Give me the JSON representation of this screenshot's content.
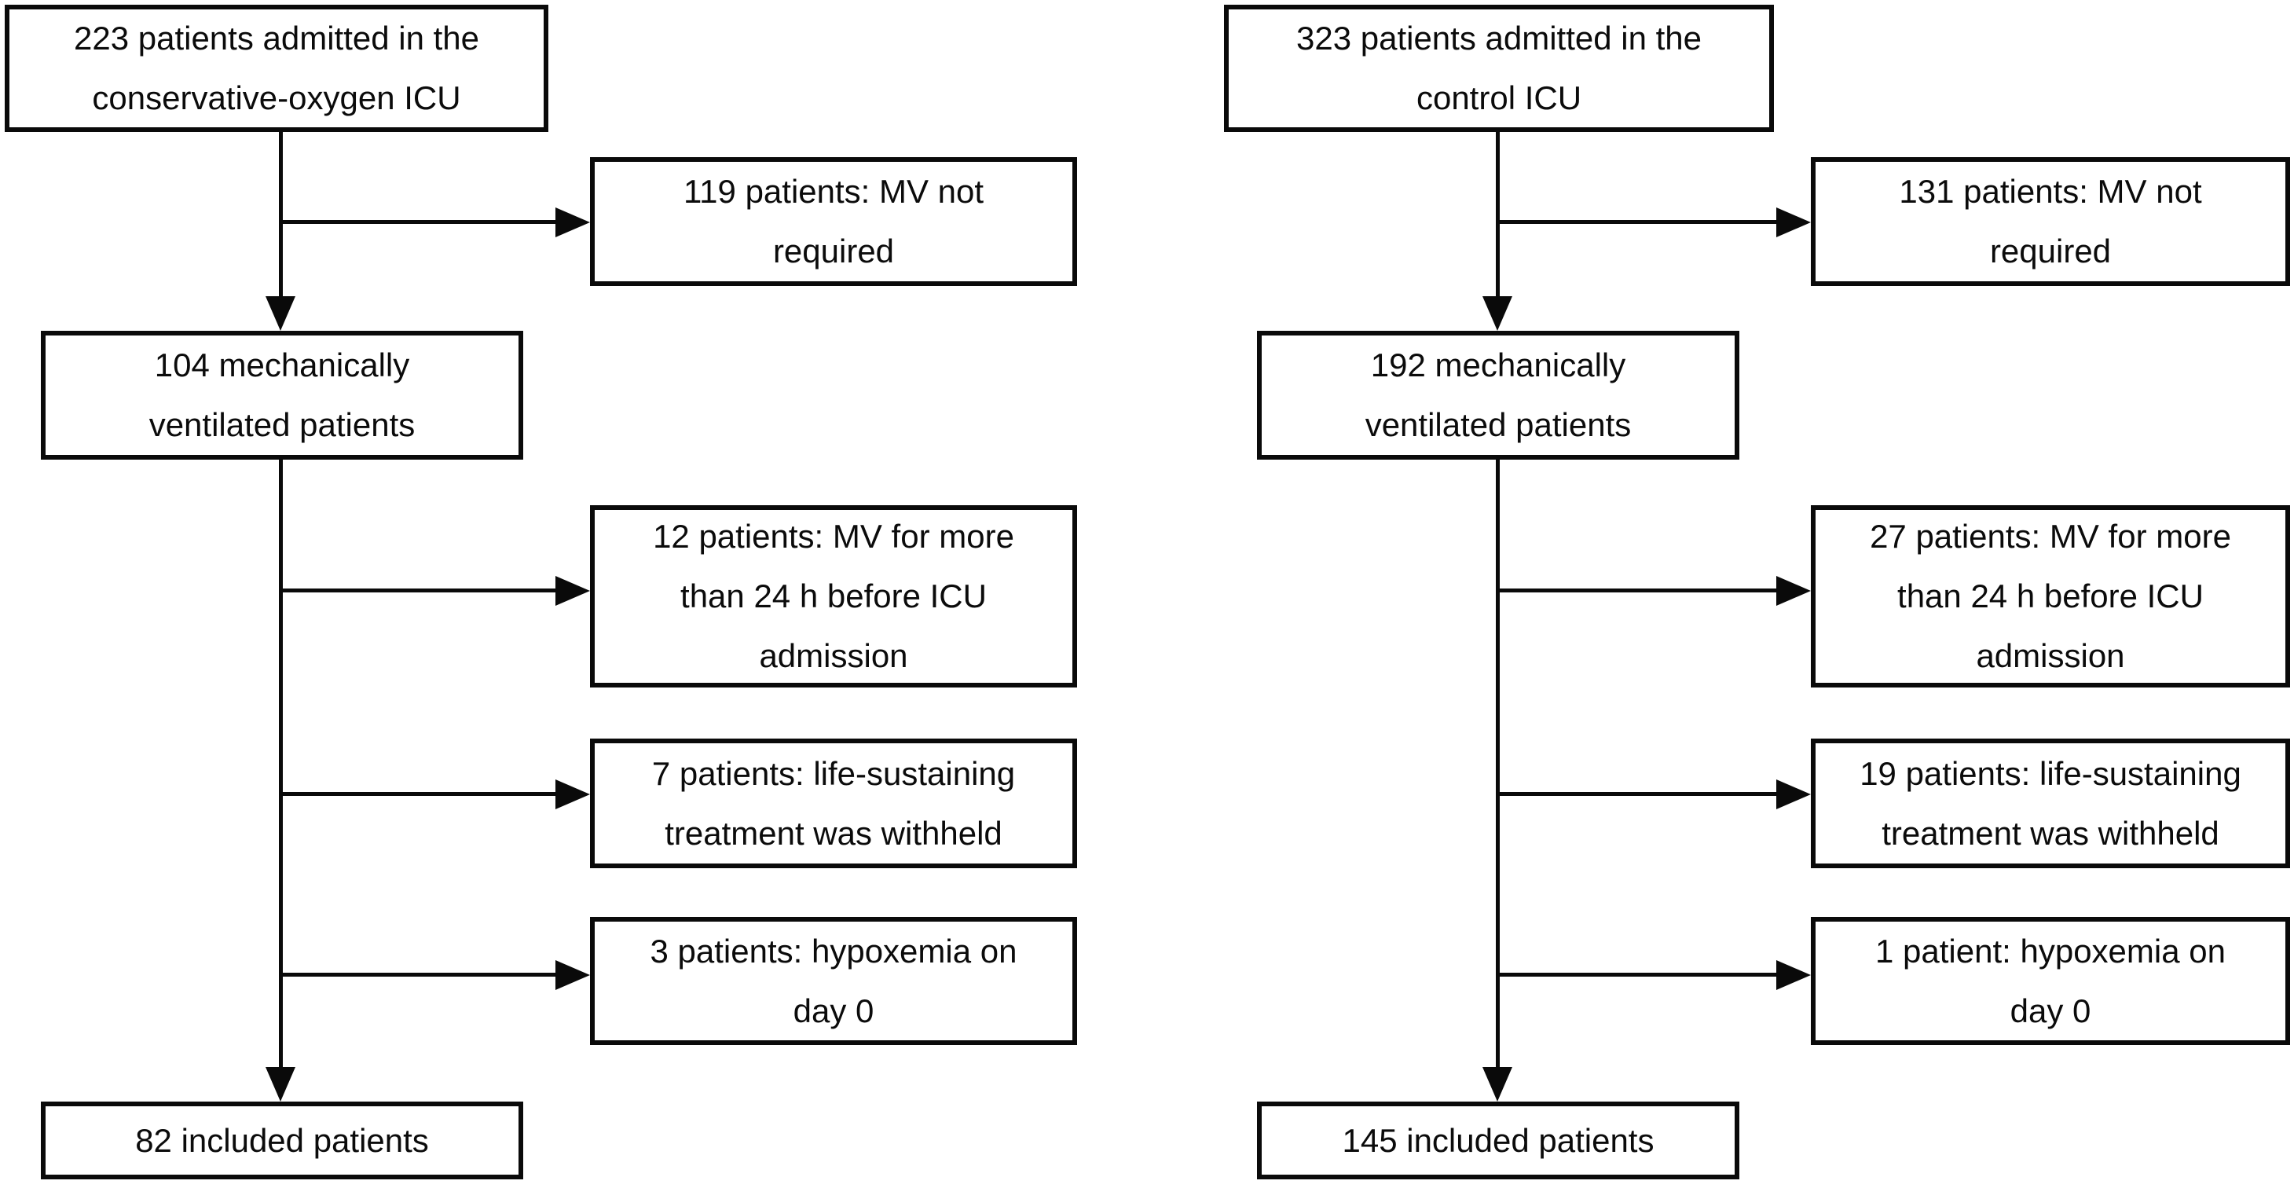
{
  "canvas": {
    "background_color": "#ffffff",
    "ink_color": "#000000"
  },
  "flow": {
    "left": {
      "admitted": {
        "lines": [
          "223 patients admitted in the",
          "conservative-oxygen ICU"
        ]
      },
      "mv_not_required": {
        "lines": [
          "119 patients: MV not",
          "required"
        ]
      },
      "ventilated": {
        "lines": [
          "104 mechanically",
          "ventilated patients"
        ]
      },
      "mv_before_icu": {
        "lines": [
          "12 patients: MV for more",
          "than 24 h before ICU",
          "admission"
        ]
      },
      "life_sustaining": {
        "lines": [
          "7 patients: life-sustaining",
          "treatment was withheld"
        ]
      },
      "hypoxemia": {
        "lines": [
          "3 patients: hypoxemia on",
          "day 0"
        ]
      },
      "included": {
        "lines": [
          "82 included patients"
        ]
      }
    },
    "right": {
      "admitted": {
        "lines": [
          "323 patients admitted in the",
          "control ICU"
        ]
      },
      "mv_not_required": {
        "lines": [
          "131 patients: MV not",
          "required"
        ]
      },
      "ventilated": {
        "lines": [
          "192 mechanically",
          "ventilated patients"
        ]
      },
      "mv_before_icu": {
        "lines": [
          "27 patients: MV for more",
          "than 24 h before ICU",
          "admission"
        ]
      },
      "life_sustaining": {
        "lines": [
          "19 patients: life-sustaining",
          "treatment was withheld"
        ]
      },
      "hypoxemia": {
        "lines": [
          "1 patient: hypoxemia on",
          "day 0"
        ]
      },
      "included": {
        "lines": [
          "145 included patients"
        ]
      }
    }
  }
}
